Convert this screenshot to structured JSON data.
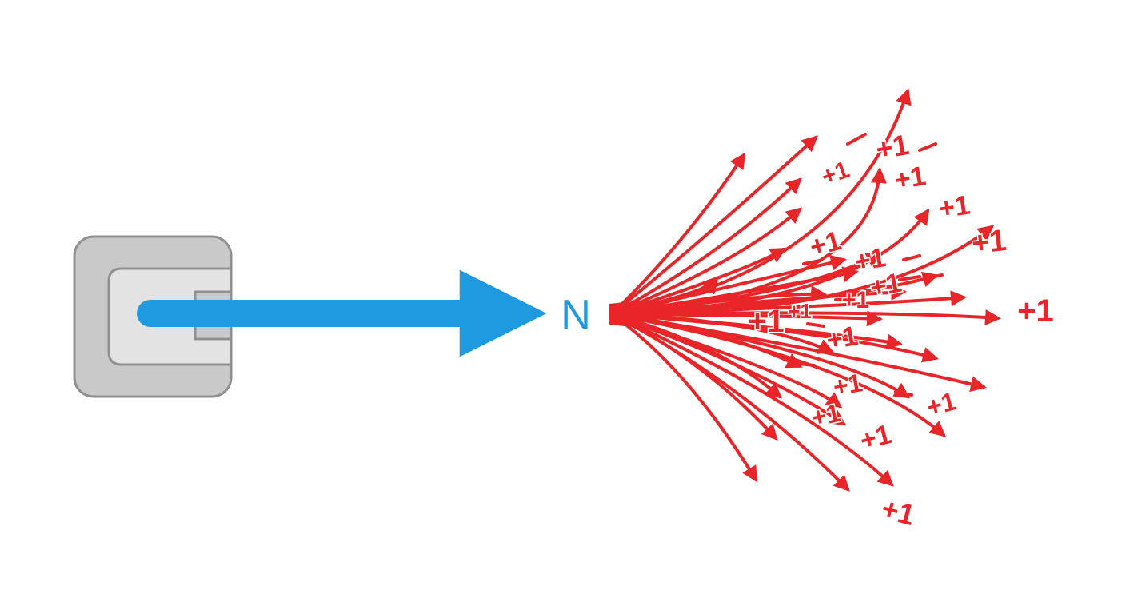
{
  "colors": {
    "source_fill": "#c9c9c9",
    "source_stroke": "#8f8f8f",
    "source_inner_fill": "#e3e3e3",
    "main_arrow": "#1e9be0",
    "node_label": "#1e9be0",
    "fan_arrows": "#e8262a",
    "fan_labels": "#e8262a"
  },
  "icons": {
    "source": "c-shaped-box-icon"
  },
  "diagram": {
    "node_label": "N",
    "fan_label": "+1",
    "fan_label_count": 18
  }
}
